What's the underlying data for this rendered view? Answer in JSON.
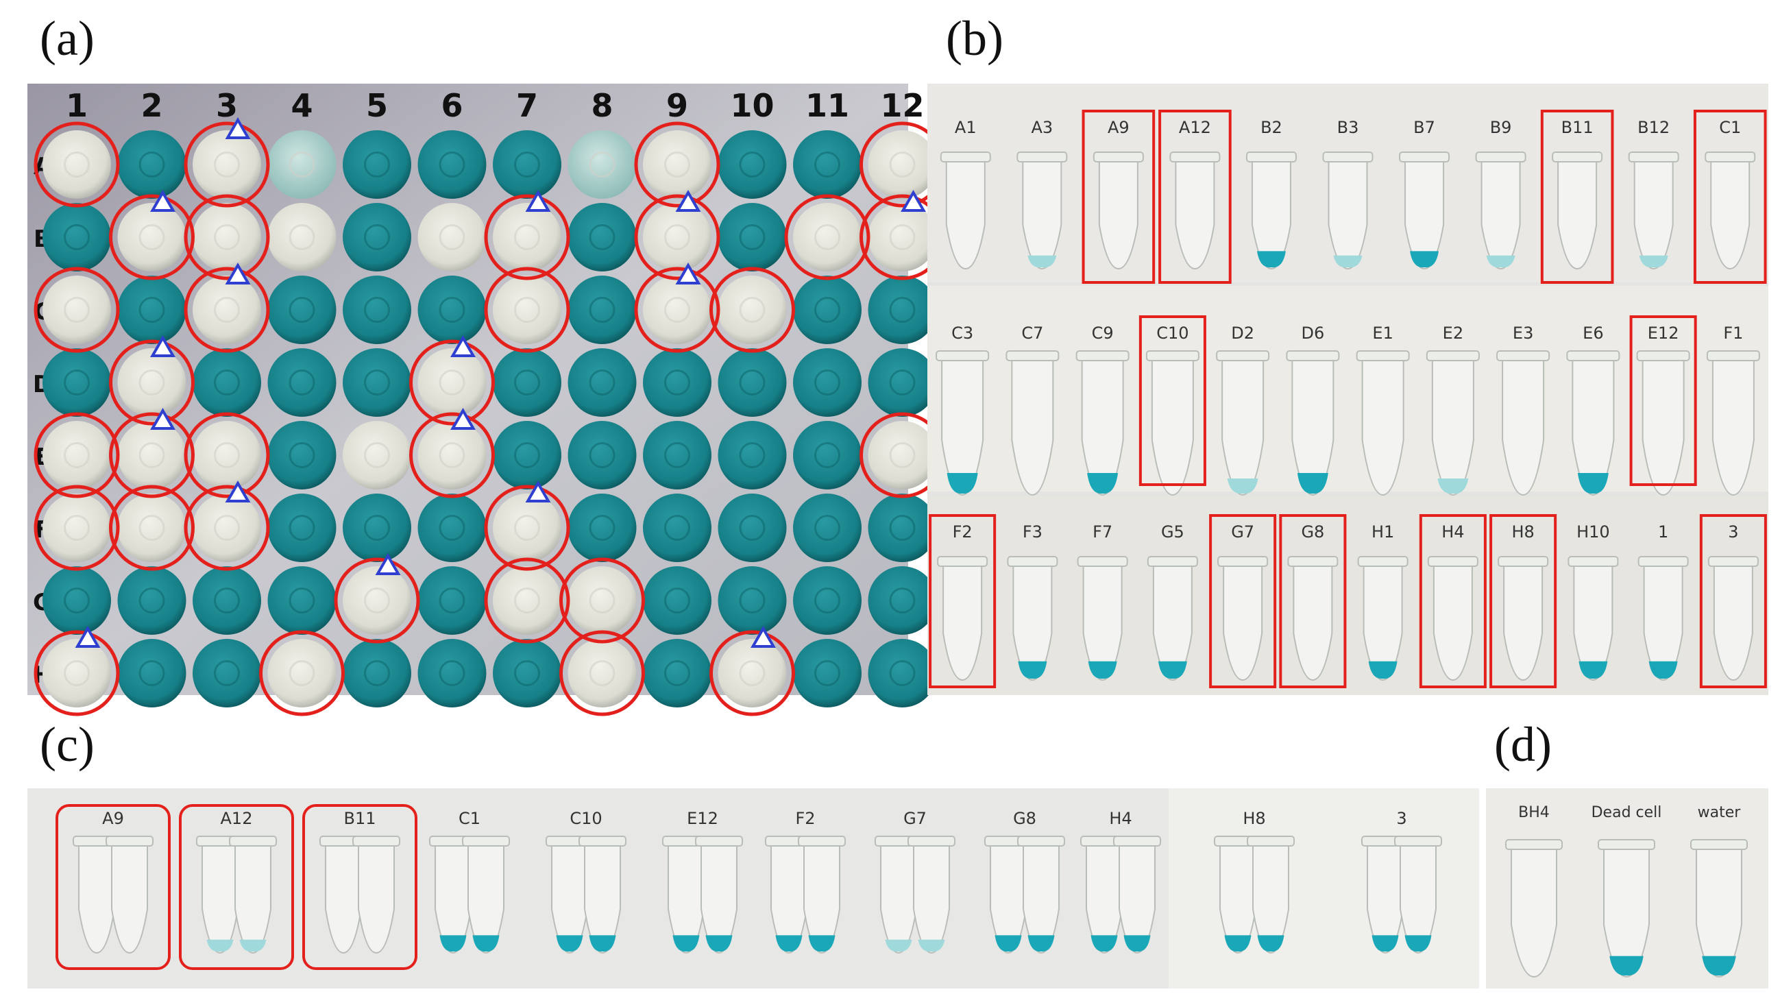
{
  "panels": {
    "a": {
      "label": "(a)",
      "columns": [
        "1",
        "2",
        "3",
        "4",
        "5",
        "6",
        "7",
        "8",
        "9",
        "10",
        "11",
        "12"
      ],
      "rows": [
        "A",
        "B",
        "C",
        "D",
        "E",
        "F",
        "G",
        "H"
      ],
      "plate": [
        "PBPDBBBDPBBP",
        "BPPPBPPBPBPP",
        "PBPBBBPBPPBB",
        "BPBBBPBBBBBB",
        "PPPBPPBBBBBP",
        "PPPBBBPBBBBB",
        "BBBBPBPPBBBB",
        "PBBPBBBPBPBB"
      ],
      "circled": [
        "A1",
        "A3",
        "A9",
        "A12",
        "B2",
        "B3",
        "B7",
        "B9",
        "B11",
        "B12",
        "C1",
        "C3",
        "C7",
        "C9",
        "C10",
        "D2",
        "D6",
        "E1",
        "E2",
        "E3",
        "E6",
        "E12",
        "F1",
        "F2",
        "F3",
        "F7",
        "G5",
        "G7",
        "G8",
        "H1",
        "H4",
        "H8",
        "H10"
      ],
      "triangles": [
        "A3",
        "B2",
        "B7",
        "B9",
        "B12",
        "C3",
        "C9",
        "D2",
        "D6",
        "E2",
        "E6",
        "F3",
        "F7",
        "G5",
        "H1",
        "H10"
      ]
    },
    "b": {
      "label": "(b)",
      "row1": [
        {
          "id": "A1",
          "color": "clear",
          "boxed": false
        },
        {
          "id": "A3",
          "color": "faint",
          "boxed": false
        },
        {
          "id": "A9",
          "color": "clear",
          "boxed": true
        },
        {
          "id": "A12",
          "color": "clear",
          "boxed": true
        },
        {
          "id": "B2",
          "color": "blue",
          "boxed": false
        },
        {
          "id": "B3",
          "color": "faint",
          "boxed": false
        },
        {
          "id": "B7",
          "color": "blue",
          "boxed": false
        },
        {
          "id": "B9",
          "color": "faint",
          "boxed": false
        },
        {
          "id": "B11",
          "color": "clear",
          "boxed": true
        },
        {
          "id": "B12",
          "color": "faint",
          "boxed": false
        },
        {
          "id": "C1",
          "color": "clear",
          "boxed": true
        }
      ],
      "row2": [
        {
          "id": "C3",
          "color": "blue",
          "boxed": false
        },
        {
          "id": "C7",
          "color": "clear",
          "boxed": false
        },
        {
          "id": "C9",
          "color": "blue",
          "boxed": false
        },
        {
          "id": "C10",
          "color": "clear",
          "boxed": true
        },
        {
          "id": "D2",
          "color": "faint",
          "boxed": false
        },
        {
          "id": "D6",
          "color": "blue",
          "boxed": false
        },
        {
          "id": "E1",
          "color": "clear",
          "boxed": false
        },
        {
          "id": "E2",
          "color": "faint",
          "boxed": false
        },
        {
          "id": "E3",
          "color": "clear",
          "boxed": false
        },
        {
          "id": "E6",
          "color": "blue",
          "boxed": false
        },
        {
          "id": "E12",
          "color": "clear",
          "boxed": true
        },
        {
          "id": "F1",
          "color": "clear",
          "boxed": false
        }
      ],
      "row3": [
        {
          "id": "F2",
          "color": "clear",
          "boxed": true
        },
        {
          "id": "F3",
          "color": "blue",
          "boxed": false
        },
        {
          "id": "F7",
          "color": "blue",
          "boxed": false
        },
        {
          "id": "G5",
          "color": "blue",
          "boxed": false
        },
        {
          "id": "G7",
          "color": "clear",
          "boxed": true
        },
        {
          "id": "G8",
          "color": "clear",
          "boxed": true
        },
        {
          "id": "H1",
          "color": "blue",
          "boxed": false
        },
        {
          "id": "H4",
          "color": "clear",
          "boxed": true
        },
        {
          "id": "H8",
          "color": "clear",
          "boxed": true
        },
        {
          "id": "H10",
          "color": "blue",
          "boxed": false
        },
        {
          "id": "1",
          "color": "blue",
          "boxed": false
        },
        {
          "id": "3",
          "color": "clear",
          "boxed": true
        }
      ]
    },
    "c": {
      "label": "(c)",
      "pairs": [
        {
          "id": "A9",
          "color": "clear",
          "boxed": true
        },
        {
          "id": "A12",
          "color": "faint",
          "boxed": true
        },
        {
          "id": "B11",
          "color": "clear",
          "boxed": true
        },
        {
          "id": "C1",
          "color": "blue",
          "boxed": false
        },
        {
          "id": "C10",
          "color": "blue",
          "boxed": false
        },
        {
          "id": "E12",
          "color": "blue",
          "boxed": false
        },
        {
          "id": "F2",
          "color": "blue",
          "boxed": false
        },
        {
          "id": "G7",
          "color": "faint",
          "boxed": false
        },
        {
          "id": "G8",
          "color": "blue",
          "boxed": false
        },
        {
          "id": "H4",
          "color": "blue",
          "boxed": false
        },
        {
          "id": "H8",
          "color": "blue",
          "boxed": false
        },
        {
          "id": "3",
          "color": "blue",
          "boxed": false
        }
      ]
    },
    "d": {
      "label": "(d)",
      "tubes": [
        {
          "id": "BH4",
          "color": "clear"
        },
        {
          "id": "Dead cell",
          "color": "blue"
        },
        {
          "id": "water",
          "color": "blue"
        }
      ]
    }
  },
  "colors": {
    "blue": "#1aa8b8",
    "plate_blue": "#167f87",
    "circle": "#e3201b",
    "triangle": "#2f3fd0"
  }
}
